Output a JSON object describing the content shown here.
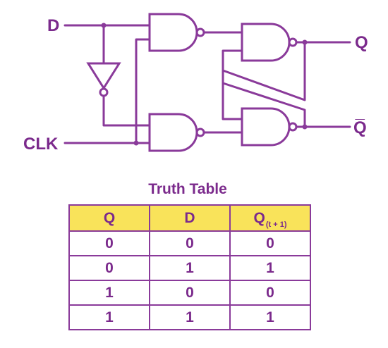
{
  "diagram": {
    "input_d": "D",
    "input_clk": "CLK",
    "output_q": "Q",
    "output_qbar": "Q̅"
  },
  "truth_table": {
    "title": "Truth Table",
    "headers": {
      "q": "Q",
      "d": "D",
      "qnext_main": "Q",
      "qnext_sub": "(t + 1)"
    },
    "rows": [
      [
        "0",
        "0",
        "0"
      ],
      [
        "0",
        "1",
        "1"
      ],
      [
        "1",
        "0",
        "0"
      ],
      [
        "1",
        "1",
        "1"
      ]
    ]
  },
  "colors": {
    "line": "#8a3a9a",
    "text": "#7b2a8c",
    "header_fill": "#f9e35a"
  }
}
